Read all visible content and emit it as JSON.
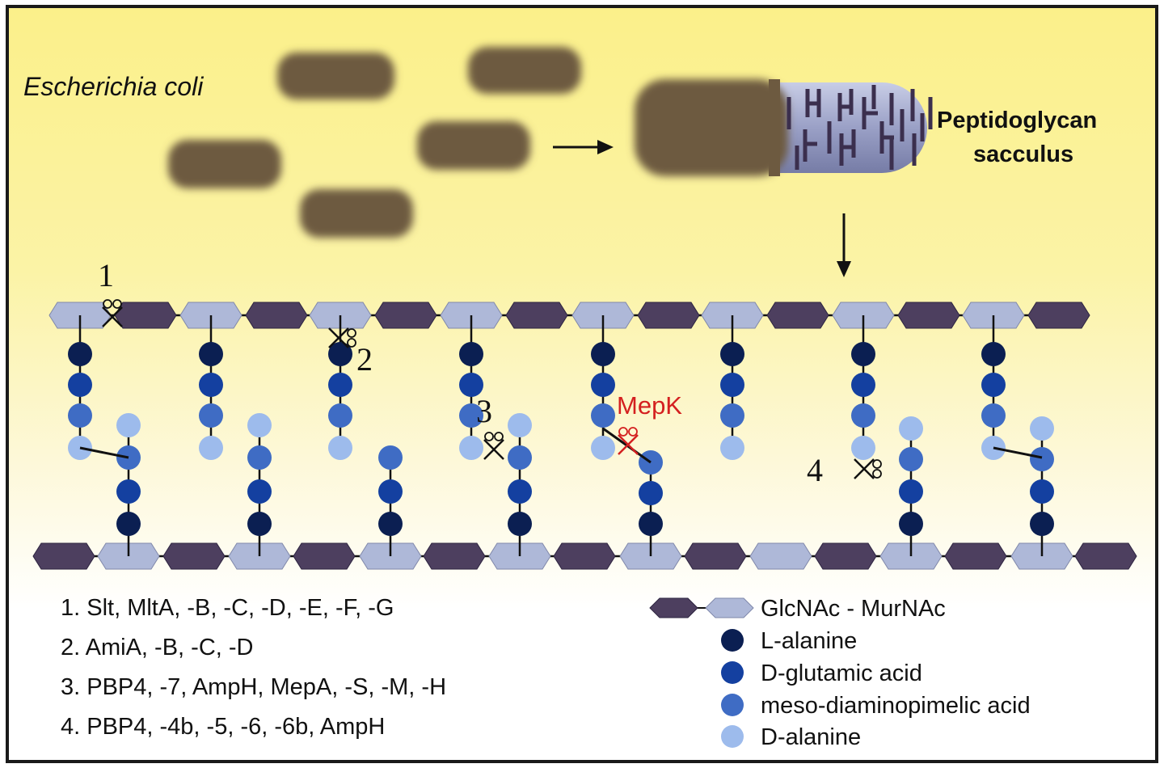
{
  "organism_label": "Escherichia coli",
  "sacculus_label_line1": "Peptidoglycan",
  "sacculus_label_line2": "sacculus",
  "cleavage_sites": [
    "1",
    "2",
    "3",
    "4"
  ],
  "mepk_label": "MepK",
  "enzyme_list": [
    "1. Slt, MltA, -B, -C, -D, -E, -F, -G",
    "2. AmiA, -B, -C, -D",
    "3. PBP4, -7, AmpH, MepA, -S, -M, -H",
    "4. PBP4, -4b, -5, -6, -6b, AmpH"
  ],
  "legend": [
    {
      "label": "GlcNAc - MurNAc",
      "shape": "glycan-pair"
    },
    {
      "label": "L-alanine",
      "color": "#0b1f52"
    },
    {
      "label": "D-glutamic acid",
      "color": "#1440a0"
    },
    {
      "label": "meso-diaminopimelic acid",
      "color": "#3f6cc4"
    },
    {
      "label": "D-alanine",
      "color": "#9dbbec"
    }
  ],
  "colors": {
    "glcnac": "#4d3f5f",
    "murnac": "#aeb8d8",
    "cell": "#6d5a40",
    "mepk": "#d42020"
  }
}
